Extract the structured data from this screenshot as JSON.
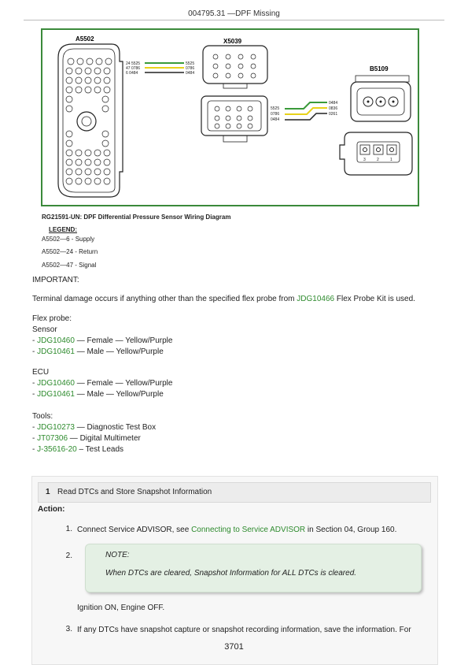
{
  "header": {
    "title": "004795.31 —DPF Missing"
  },
  "diagram": {
    "connectors": {
      "a5502": "A5502",
      "x5039": "X5039",
      "b5109": "B5109"
    },
    "wire_labels": {
      "a5502_wires": [
        "24 5525",
        "47 0786",
        "6 0484"
      ],
      "x5039_top_wires": [
        "5525",
        "0786",
        "0484"
      ],
      "x5039_bottom_wires": [
        "5525",
        "0786",
        "0484"
      ],
      "b5109_wires": [
        "0484",
        "0836",
        "0261"
      ]
    },
    "pin_numbers": {
      "b5109_pins": [
        "3",
        "2",
        "1"
      ]
    },
    "wire_colors": {
      "green": "#3a9a3a",
      "yellow": "#e8d21a",
      "black": "#222222",
      "border": "#3b8a3b"
    }
  },
  "figure": {
    "caption": "RG21591-UN: DPF Differential Pressure Sensor Wiring Diagram",
    "legend_title": "LEGEND:",
    "legend": [
      "A5502—6 - Supply",
      "A5502—24 - Return",
      "A5502—47 - Signal"
    ]
  },
  "important": {
    "heading": "IMPORTANT:",
    "text_before": "Terminal damage occurs if anything other than the specified flex probe from ",
    "link": "JDG10466",
    "text_after": " Flex Probe Kit is used."
  },
  "flex_probe": {
    "heading": "Flex probe:",
    "sensor_heading": "Sensor",
    "sensor_items": [
      {
        "prefix": "- ",
        "link": "JDG10460",
        "text": " — Female — Yellow/Purple"
      },
      {
        "prefix": "- ",
        "link": "JDG10461",
        "text": " — Male — Yellow/Purple"
      }
    ],
    "ecu_heading": "ECU",
    "ecu_items": [
      {
        "prefix": "- ",
        "link": "JDG10460",
        "text": " — Female — Yellow/Purple"
      },
      {
        "prefix": "- ",
        "link": "JDG10461",
        "text": " — Male — Yellow/Purple"
      }
    ]
  },
  "tools": {
    "heading": "Tools:",
    "items": [
      {
        "prefix": "- ",
        "link": "JDG10273",
        "text": " — Diagnostic Test Box"
      },
      {
        "prefix": "- ",
        "link": "JT07306",
        "text": " — Digital Multimeter"
      },
      {
        "prefix": "- ",
        "link": "J-35616-20",
        "text": " – Test Leads"
      }
    ]
  },
  "step": {
    "number": "1",
    "title": "Read DTCs and Store Snapshot Information",
    "action_label": "Action:",
    "item1": {
      "num": "1.",
      "text_before": "Connect Service ADVISOR, see ",
      "link": "Connecting to Service ADVISOR",
      "text_after": " in Section 04, Group 160."
    },
    "item2": {
      "num": "2."
    },
    "note_label": "NOTE:",
    "note_text": "When DTCs are cleared, Snapshot Information for ALL DTCs is cleared.",
    "after_note": "Ignition ON, Engine OFF.",
    "item3": {
      "num": "3.",
      "text": "If any DTCs have snapshot capture or snapshot recording information, save the information. For"
    }
  },
  "footer": {
    "page_number": "3701"
  }
}
